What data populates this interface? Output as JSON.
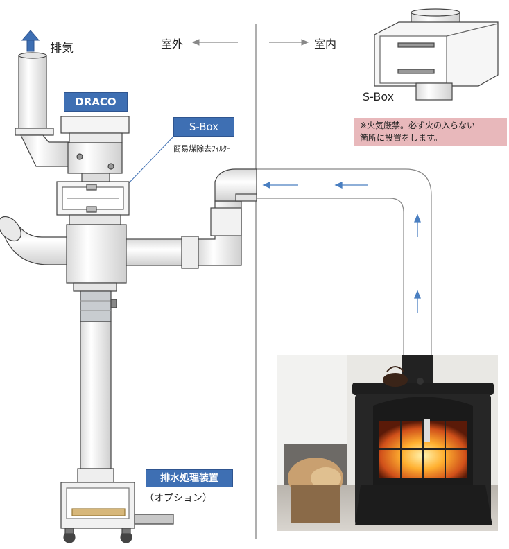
{
  "labels": {
    "exhaust": "排気",
    "outdoor": "室外",
    "indoor": "室内",
    "draco": "DRACO",
    "sbox_tag": "S-Box",
    "sbox_desc": "簡易煤除去ﾌｨﾙﾀｰ",
    "sbox_side": "S-Box",
    "drain_tag": "排水処理装置",
    "drain_option": "（オプション）"
  },
  "warning": {
    "line1": "※火気厳禁。必ず火の入らない",
    "line2": "箇所に設置をします。"
  },
  "colors": {
    "tag_blue": "#3e6fb3",
    "warning_pink": "#e8b8bb",
    "arrow_blue": "#4a7fc1"
  }
}
